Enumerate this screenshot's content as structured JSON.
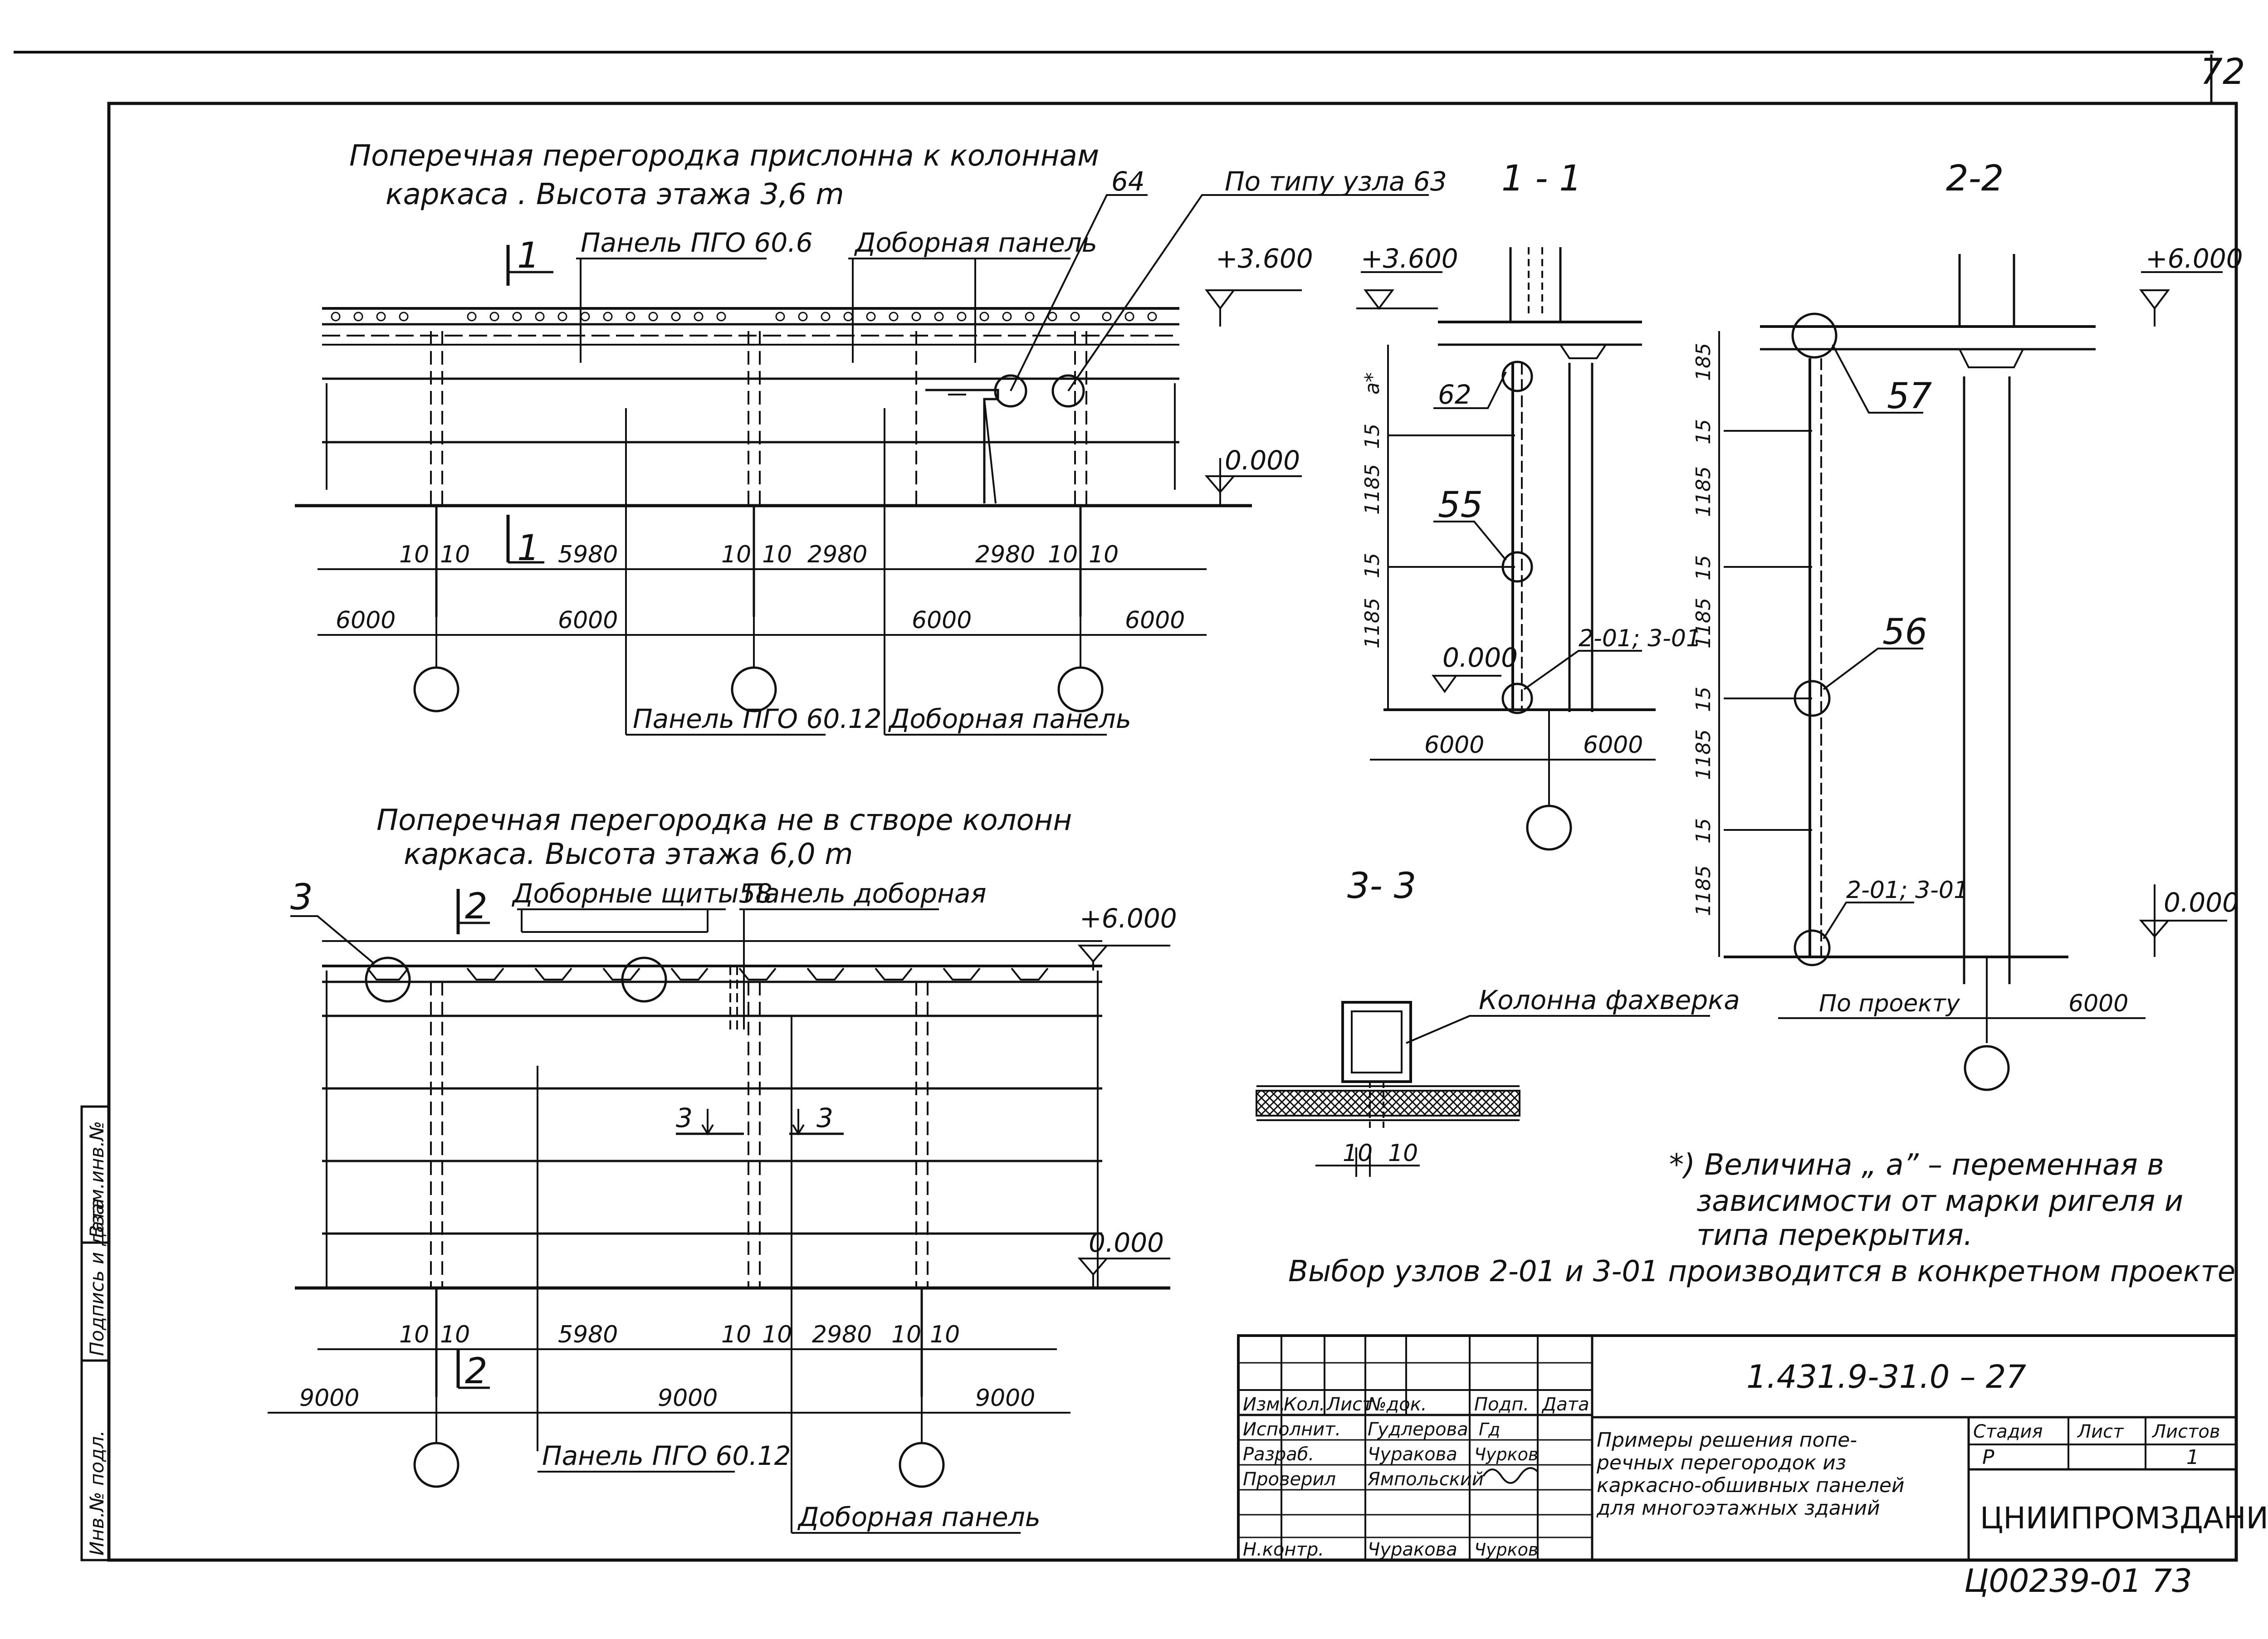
{
  "sheet_number": "72",
  "bottom_code": "Ц00239-01 73",
  "plan1": {
    "title_line1": "Поперечная перегородка прислонна к колоннам",
    "title_line2": "каркаса . Высота этажа 3,6 m",
    "label_panel_top": "Панель ПГО 60.6",
    "label_extra_panel_top": "Доборная панель",
    "callout_64": "64",
    "callout_type63": "По типу узла 63",
    "level_top": "+3.600",
    "level_zero": "0.000",
    "section_mark": "1",
    "dims_row1": [
      "10",
      "10",
      "5980",
      "10",
      "10",
      "2980",
      "2980",
      "10",
      "10"
    ],
    "dims_row2": [
      "6000",
      "6000",
      "6000",
      "6000"
    ],
    "label_panel_bottom": "Панель ПГО 60.12",
    "label_extra_panel_bottom": "Доборная панель"
  },
  "plan2": {
    "title_line1": "Поперечная перегородка не в створе колонн",
    "title_line2": "каркаса. Высота этажа 6,0 m",
    "callout_3": "3",
    "section_mark": "2",
    "label_extra_shields": "Доборные щиты58",
    "label_panel_extra": "Панель доборная",
    "level_top": "+6.000",
    "level_zero": "0.000",
    "cut_label": "3",
    "dims_row1": [
      "10",
      "10",
      "5980",
      "10",
      "10",
      "2980",
      "10",
      "10"
    ],
    "dims_row2": [
      "9000",
      "9000",
      "9000"
    ],
    "label_panel_bottom": "Панель ПГО 60.12",
    "label_extra_panel_bottom": "Доборная панель"
  },
  "section11": {
    "title": "1 - 1",
    "level_top": "+3.600",
    "level_zero": "0.000",
    "vdims": [
      "a*",
      "15",
      "1185",
      "15",
      "1185"
    ],
    "callouts": [
      "62",
      "55",
      "2-01; 3-01"
    ],
    "dims": [
      "6000",
      "6000"
    ]
  },
  "section22": {
    "title": "2-2",
    "level_top": "+6.000",
    "level_zero": "0.000",
    "vdims": [
      "185",
      "15",
      "1185",
      "15",
      "1185",
      "15",
      "1185",
      "15",
      "1185"
    ],
    "callouts": [
      "57",
      "56",
      "2-01; 3-01"
    ],
    "dims": [
      "По проекту",
      "6000"
    ]
  },
  "section33": {
    "title": "3- 3",
    "label_column": "Колонна фахверка",
    "dims": [
      "10",
      "10"
    ]
  },
  "notes": {
    "line1": "*) Величина „ а” – переменная в",
    "line2": "зависимости от марки ригеля и",
    "line3": "типа перекрытия.",
    "line4": "Выбор узлов 2-01 и 3-01 производится в конкретном проекте"
  },
  "title_block": {
    "code": "1.431.9-31.0  – 27",
    "headers": [
      "Изм.",
      "Кол.",
      "Лист",
      "№док.",
      "Подп.",
      "Дата"
    ],
    "rows": [
      {
        "role": "Исполнит.",
        "name": "Гудлерова",
        "sign": "Гд"
      },
      {
        "role": "Разраб.",
        "name": "Чуракова",
        "sign": "Чурков"
      },
      {
        "role": "Проверил",
        "name": "Ямпольский",
        "sign": ""
      },
      {
        "role": "",
        "name": "",
        "sign": ""
      },
      {
        "role": "Н.контр.",
        "name": "Чуракова",
        "sign": "Чурков"
      }
    ],
    "description": [
      "Примеры решения попе-",
      "речных перегородок из",
      "каркасно-обшивных панелей",
      "для многоэтажных зданий"
    ],
    "stage_headers": [
      "Стадия",
      "Лист",
      "Листов"
    ],
    "stage_values": [
      "Р",
      "1",
      ""
    ],
    "organization": "ЦНИИПРОМЗДАНИЙ"
  },
  "side_stamp": [
    "Инв.№ подл.",
    "Подпись и дата",
    "Взам.инв.№"
  ]
}
